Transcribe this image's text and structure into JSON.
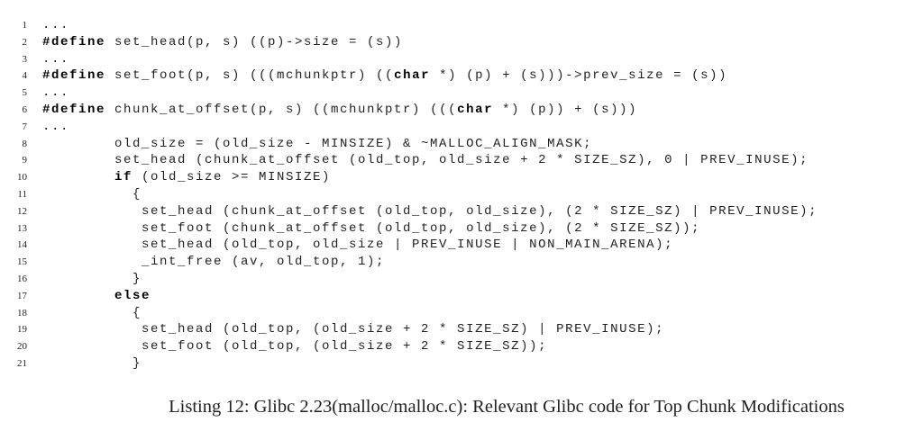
{
  "listing": {
    "lines": [
      {
        "num": "1",
        "segs": [
          {
            "t": "...",
            "b": false
          }
        ]
      },
      {
        "num": "2",
        "segs": [
          {
            "t": "#define",
            "b": true
          },
          {
            "t": " set_head(p, s) ((p)->size = (s))",
            "b": false
          }
        ]
      },
      {
        "num": "3",
        "segs": [
          {
            "t": "...",
            "b": false
          }
        ]
      },
      {
        "num": "4",
        "segs": [
          {
            "t": "#define",
            "b": true
          },
          {
            "t": " set_foot(p, s) (((mchunkptr) ((",
            "b": false
          },
          {
            "t": "char",
            "b": true
          },
          {
            "t": " *) (p) + (s)))->prev_size = (s))",
            "b": false
          }
        ]
      },
      {
        "num": "5",
        "segs": [
          {
            "t": "...",
            "b": false
          }
        ]
      },
      {
        "num": "6",
        "segs": [
          {
            "t": "#define",
            "b": true
          },
          {
            "t": " chunk_at_offset(p, s) ((mchunkptr) (((",
            "b": false
          },
          {
            "t": "char",
            "b": true
          },
          {
            "t": " *) (p)) + (s)))",
            "b": false
          }
        ]
      },
      {
        "num": "7",
        "segs": [
          {
            "t": "...",
            "b": false
          }
        ]
      },
      {
        "num": "8",
        "segs": [
          {
            "t": "        old_size = (old_size - MINSIZE) & ~MALLOC_ALIGN_MASK;",
            "b": false
          }
        ]
      },
      {
        "num": "9",
        "segs": [
          {
            "t": "        set_head (chunk_at_offset (old_top, old_size + 2 * SIZE_SZ), 0 | PREV_INUSE);",
            "b": false
          }
        ]
      },
      {
        "num": "10",
        "segs": [
          {
            "t": "        ",
            "b": false
          },
          {
            "t": "if",
            "b": true
          },
          {
            "t": " (old_size >= MINSIZE)",
            "b": false
          }
        ]
      },
      {
        "num": "11",
        "segs": [
          {
            "t": "          {",
            "b": false
          }
        ]
      },
      {
        "num": "12",
        "segs": [
          {
            "t": "           set_head (chunk_at_offset (old_top, old_size), (2 * SIZE_SZ) | PREV_INUSE);",
            "b": false
          }
        ]
      },
      {
        "num": "13",
        "segs": [
          {
            "t": "           set_foot (chunk_at_offset (old_top, old_size), (2 * SIZE_SZ));",
            "b": false
          }
        ]
      },
      {
        "num": "14",
        "segs": [
          {
            "t": "           set_head (old_top, old_size | PREV_INUSE | NON_MAIN_ARENA);",
            "b": false
          }
        ]
      },
      {
        "num": "15",
        "segs": [
          {
            "t": "           _int_free (av, old_top, 1);",
            "b": false
          }
        ]
      },
      {
        "num": "16",
        "segs": [
          {
            "t": "          }",
            "b": false
          }
        ]
      },
      {
        "num": "17",
        "segs": [
          {
            "t": "        ",
            "b": false
          },
          {
            "t": "else",
            "b": true
          }
        ]
      },
      {
        "num": "18",
        "segs": [
          {
            "t": "          {",
            "b": false
          }
        ]
      },
      {
        "num": "19",
        "segs": [
          {
            "t": "           set_head (old_top, (old_size + 2 * SIZE_SZ) | PREV_INUSE);",
            "b": false
          }
        ]
      },
      {
        "num": "20",
        "segs": [
          {
            "t": "           set_foot (old_top, (old_size + 2 * SIZE_SZ));",
            "b": false
          }
        ]
      },
      {
        "num": "21",
        "segs": [
          {
            "t": "          }",
            "b": false
          }
        ]
      }
    ]
  },
  "caption": "Listing 12: Glibc 2.23(malloc/malloc.c): Relevant Glibc code for Top Chunk Modifications"
}
